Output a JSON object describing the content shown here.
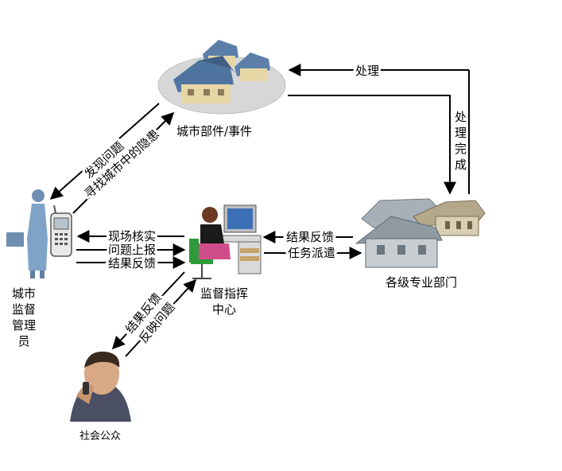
{
  "nodes": {
    "city_event": "城市部件/事件",
    "departments": "各级专业部门",
    "center_line1": "监督指挥",
    "center_line2": "中心",
    "supervisor_line1": "城市",
    "supervisor_line2": "监督",
    "supervisor_line3": "管理",
    "supervisor_line4": "员",
    "public": "社会公众"
  },
  "edges": {
    "handle": "处理",
    "handle_done_1": "处",
    "handle_done_2": "理",
    "handle_done_3": "完",
    "handle_done_4": "成",
    "discover": "发现问题",
    "search": "寻找城市中的隐患",
    "verify": "现场核实",
    "report": "问题上报",
    "feedback_to_supervisor": "结果反馈",
    "dept_feedback": "结果反馈",
    "dispatch": "任务派遣",
    "public_feedback": "结果反馈",
    "public_report": "反映问题"
  },
  "colors": {
    "arrow": "#000000",
    "roof": "#5b7fa8",
    "roof_dark": "#3f5f85",
    "wall": "#e7d6a6",
    "dept_roof": "#8f9aa3",
    "dept_wall": "#c8cdd2",
    "platform": "#d7d7d7",
    "person_blue": "#7fa3c6",
    "operator_shirt": "#1b1b1b",
    "operator_pants": "#d14c8a",
    "chair": "#2e9a3a",
    "public_jacket": "#4a4f63"
  }
}
